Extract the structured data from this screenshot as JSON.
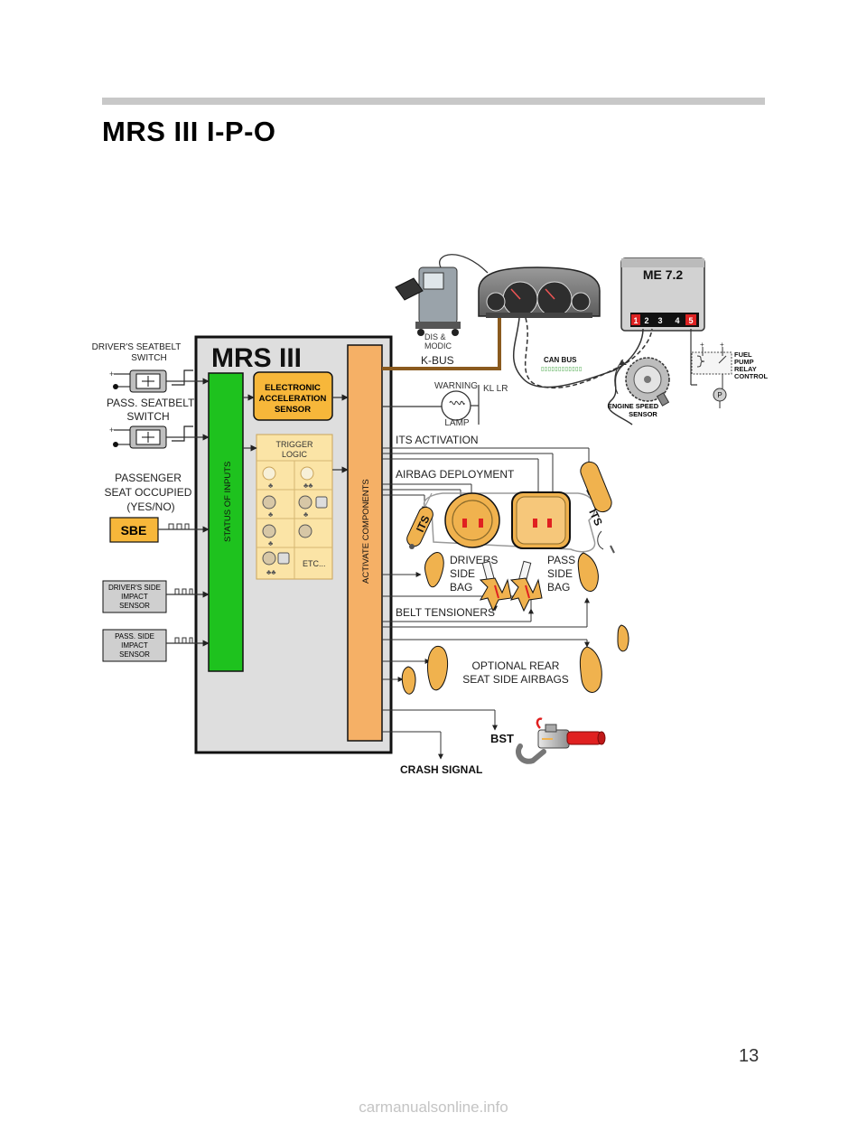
{
  "page": {
    "title": "MRS III I-P-O",
    "page_number": "13",
    "watermark": "carmanualsonline.info"
  },
  "diagram": {
    "module_title": "MRS III",
    "status_of_inputs": "STATUS OF INPUTS",
    "activate_components": "ACTIVATE COMPONENTS",
    "eas": [
      "ELECTRONIC",
      "ACCELERATION",
      "SENSOR"
    ],
    "trigger": [
      "TRIGGER",
      "LOGIC"
    ],
    "etc": "ETC...",
    "inputs": {
      "drv_belt": [
        "DRIVER'S SEATBELT",
        "SWITCH"
      ],
      "pass_belt": [
        "PASS. SEATBELT",
        "SWITCH"
      ],
      "pass_seat": [
        "PASSENGER",
        "SEAT OCCUPIED",
        "(YES/NO)"
      ],
      "sbe": "SBE",
      "drv_side": [
        "DRIVER'S SIDE",
        "IMPACT",
        "SENSOR"
      ],
      "pass_side": [
        "PASS. SIDE",
        "IMPACT",
        "SENSOR"
      ]
    },
    "dis_modic": [
      "DIS &",
      "MODIC"
    ],
    "kbus": "K-BUS",
    "warning": "WARNING",
    "lamp": "LAMP",
    "kl_lr": "KL LR",
    "can_bus": "CAN BUS",
    "me72": "ME 7.2",
    "me_pins": [
      "1",
      "2",
      "3",
      "4",
      "5"
    ],
    "engine_speed": [
      "ENGINE SPEED",
      "SENSOR"
    ],
    "fuel_pump": [
      "FUEL",
      "PUMP",
      "RELAY",
      "CONTROL"
    ],
    "p_label": "P",
    "its_activation": "ITS ACTIVATION",
    "airbag_deployment": "AIRBAG DEPLOYMENT",
    "its": "ITS",
    "drivers_bag": [
      "DRIVERS",
      "SIDE",
      "BAG"
    ],
    "pass_bag": [
      "PASS",
      "SIDE",
      "BAG"
    ],
    "belt_tensioners": "BELT TENSIONERS",
    "rear_airbags": [
      "OPTIONAL REAR",
      "SEAT SIDE AIRBAGS"
    ],
    "bst": "BST",
    "crash_signal": "CRASH SIGNAL"
  },
  "colors": {
    "green": "#1ec21e",
    "orange": "#f5b066",
    "gold": "#f7b73a",
    "panel": "#dedede",
    "kbus_line": "#8a5a1e",
    "bag_fill": "#f0b24e",
    "deploy_red": "#e02020"
  }
}
